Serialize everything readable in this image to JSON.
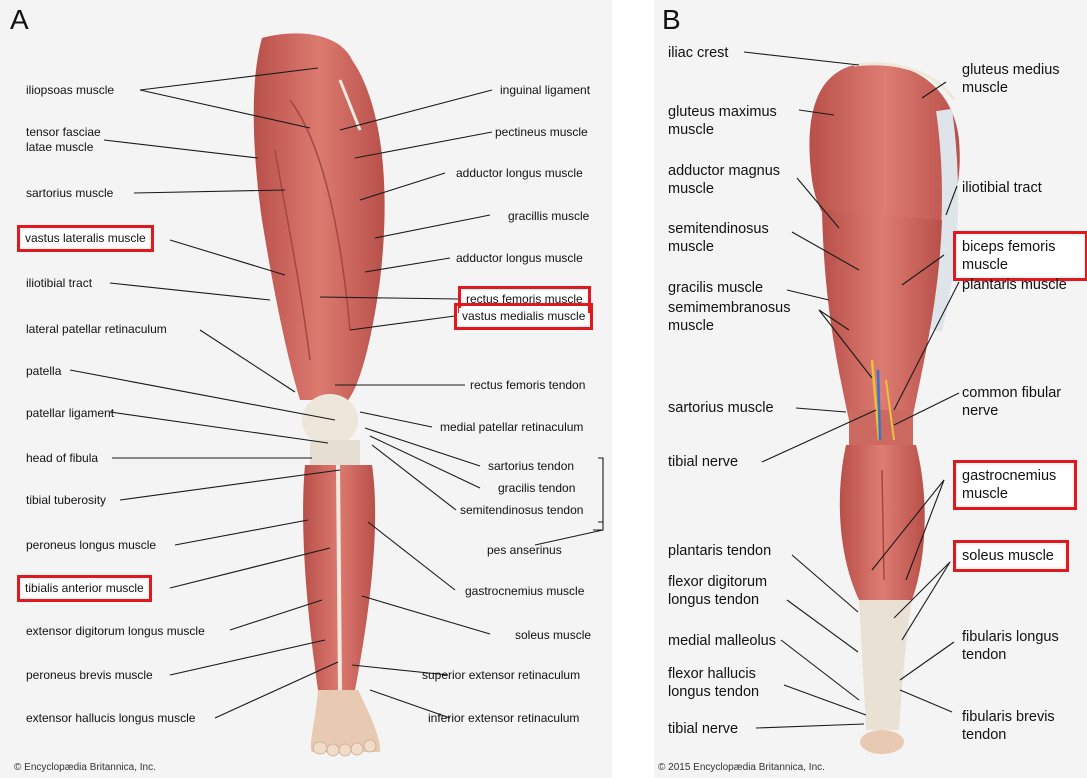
{
  "panel_a": {
    "letter": "A",
    "labels_left": [
      "iliopsoas muscle",
      "tensor fasciae\nlatae muscle",
      "sartorius muscle",
      "vastus lateralis muscle",
      "iliotibial tract",
      "lateral patellar retinaculum",
      "patella",
      "patellar ligament",
      "head of fibula",
      "tibial tuberosity",
      "peroneus longus muscle",
      "tibialis anterior muscle",
      "extensor digitorum longus muscle",
      "peroneus brevis muscle",
      "extensor hallucis longus muscle"
    ],
    "labels_right": [
      "inguinal ligament",
      "pectineus muscle",
      "adductor longus muscle",
      "gracillis muscle",
      "adductor longus muscle",
      "rectus femoris muscle",
      "vastus medialis muscle",
      "rectus femoris tendon",
      "medial patellar retinaculum",
      "sartorius tendon",
      "gracilis tendon",
      "semitendinosus tendon",
      "pes anserinus",
      "gastrocnemius muscle",
      "soleus muscle",
      "superior extensor retinaculum",
      "inferior extensor retinaculum"
    ],
    "credit": "© Encyclopædia Britannica, Inc."
  },
  "panel_b": {
    "letter": "B",
    "labels_left": [
      "iliac crest",
      "gluteus maximus\nmuscle",
      "adductor magnus\nmuscle",
      "semitendinosus\nmuscle",
      "gracilis muscle",
      "semimembranosus\nmuscle",
      "sartorius muscle",
      "tibial nerve",
      "plantaris tendon",
      "flexor digitorum\nlongus tendon",
      "medial malleolus",
      "flexor hallucis\nlongus tendon",
      "tibial nerve"
    ],
    "labels_right": [
      "gluteus medius\nmuscle",
      "iliotibial tract",
      "biceps femoris\nmuscle",
      "plantaris muscle",
      "common fibular\nnerve",
      "gastrocnemius\nmuscle",
      "soleus muscle",
      "fibularis longus\ntendon",
      "fibularis brevis\ntendon"
    ],
    "credit": "© 2015 Encyclopædia Britannica, Inc."
  },
  "colors": {
    "muscle": "#d2675f",
    "muscle_dark": "#b44c45",
    "tendon": "#e8e2d6",
    "highlight_box": "#e0191e",
    "background": "#f4f4f4",
    "nerve_yellow": "#e8c23a",
    "nerve_blue": "#3a74c8"
  }
}
